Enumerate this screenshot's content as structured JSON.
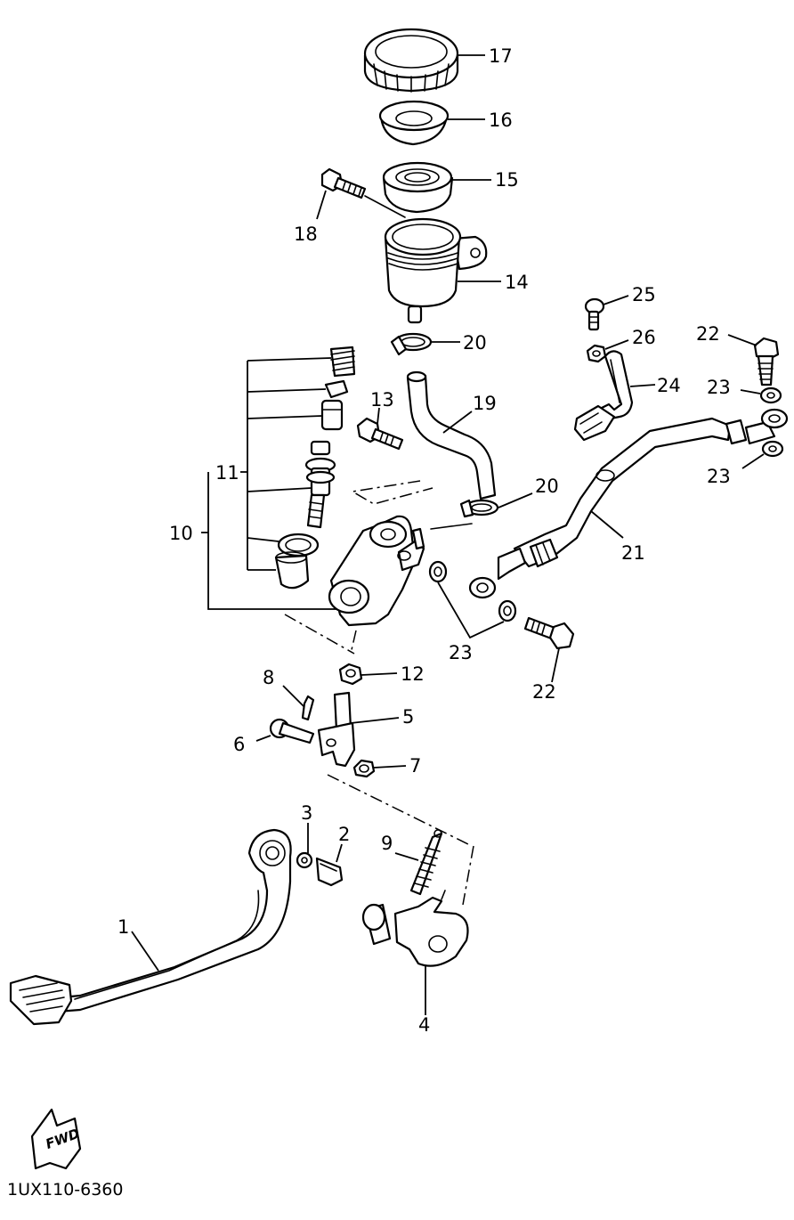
{
  "diagram": {
    "code": "1UX110-6360",
    "direction_label": "FWD",
    "direction_icon": "fwd-arrow-icon",
    "callouts": {
      "p1": "1",
      "p2": "2",
      "p3": "3",
      "p4": "4",
      "p5": "5",
      "p6": "6",
      "p7": "7",
      "p8": "8",
      "p9": "9",
      "p10": "10",
      "p11": "11",
      "p12": "12",
      "p13": "13",
      "p14": "14",
      "p15": "15",
      "p16": "16",
      "p17": "17",
      "p18": "18",
      "p19": "19",
      "p20a": "20",
      "p20b": "20",
      "p21": "21",
      "p22a": "22",
      "p22b": "22",
      "p23a": "23",
      "p23b": "23",
      "p23c": "23",
      "p24": "24",
      "p25": "25",
      "p26": "26"
    }
  }
}
